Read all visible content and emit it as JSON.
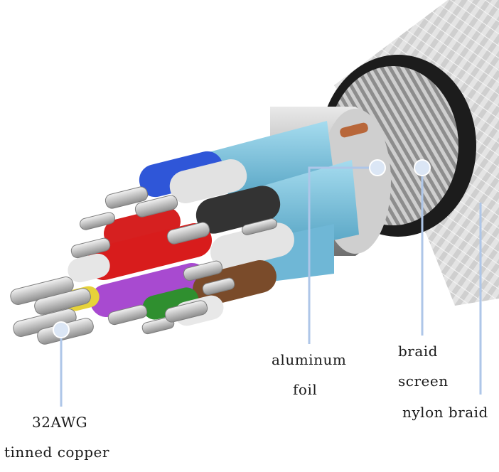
{
  "labels": {
    "aluminum_foil_line1": "aluminum",
    "aluminum_foil_line2": "foil",
    "braid_screen_line1": "braid",
    "braid_screen_line2": "screen",
    "nylon_braid": "nylon braid",
    "copper_line1": "32AWG",
    "copper_line2": "tinned copper"
  },
  "colors": {
    "callout_line": "#aec6e8",
    "callout_dot": "#dbe6f5",
    "foil_blue": "#7fc4df",
    "jacket": "#1c1c1c",
    "nylon_braid": "#d8d8d8",
    "silver_tube": "#b9b9b9"
  }
}
